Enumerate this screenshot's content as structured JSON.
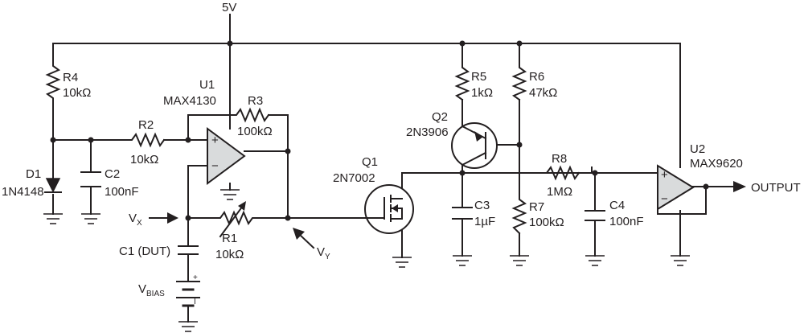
{
  "supply": {
    "label": "5V"
  },
  "components": {
    "R4": {
      "ref": "R4",
      "value": "10kΩ"
    },
    "R2": {
      "ref": "R2",
      "value": "10kΩ"
    },
    "R3": {
      "ref": "R3",
      "value": "100kΩ"
    },
    "R1": {
      "ref": "R1",
      "value": "10kΩ"
    },
    "R5": {
      "ref": "R5",
      "value": "1kΩ"
    },
    "R6": {
      "ref": "R6",
      "value": "47kΩ"
    },
    "R7": {
      "ref": "R7",
      "value": "100kΩ"
    },
    "R8": {
      "ref": "R8",
      "value": "1MΩ"
    },
    "C1": {
      "ref": "C1 (DUT)"
    },
    "C2": {
      "ref": "C2",
      "value": "100nF"
    },
    "C3": {
      "ref": "C3",
      "value": "1µF"
    },
    "C4": {
      "ref": "C4",
      "value": "100nF"
    },
    "D1": {
      "ref": "D1",
      "value": "1N4148"
    },
    "U1": {
      "ref": "U1",
      "value": "MAX4130"
    },
    "U2": {
      "ref": "U2",
      "value": "MAX9620"
    },
    "Q1": {
      "ref": "Q1",
      "value": "2N7002"
    },
    "Q2": {
      "ref": "Q2",
      "value": "2N3906"
    }
  },
  "nodes": {
    "vx": {
      "main": "V",
      "sub": "X"
    },
    "vy": {
      "main": "V",
      "sub": "Y"
    },
    "vbias": {
      "main": "V",
      "sub": "BIAS"
    }
  },
  "output": {
    "label": "OUTPUT"
  },
  "symbols": {
    "plus": "+",
    "minus": "−",
    "batt_plus": "+",
    "batt_minus": "I"
  }
}
